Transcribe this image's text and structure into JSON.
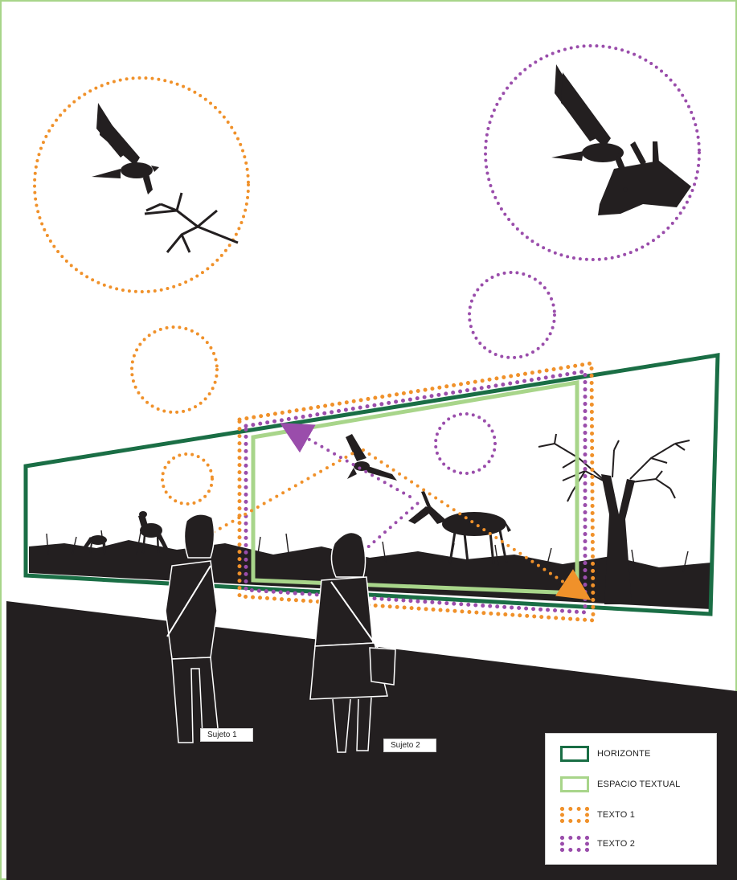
{
  "subjects": {
    "subject1": "Sujeto 1",
    "subject2": "Sujeto 2"
  },
  "legend": {
    "items": [
      {
        "label": "HORIZONTE",
        "color": "#1a6e45",
        "style": "solid"
      },
      {
        "label": "ESPACIO TEXTUAL",
        "color": "#a8d58a",
        "style": "solid"
      },
      {
        "label": "TEXTO 1",
        "color": "#f0912a",
        "style": "dotted"
      },
      {
        "label": "TEXTO 2",
        "color": "#9a4dab",
        "style": "dotted"
      }
    ]
  },
  "colors": {
    "horizonte": "#1a6e45",
    "espacio_textual": "#a8d58a",
    "texto1": "#f0912a",
    "texto2": "#9a4dab",
    "floor": "#231f20",
    "border": "#a8d58a"
  }
}
